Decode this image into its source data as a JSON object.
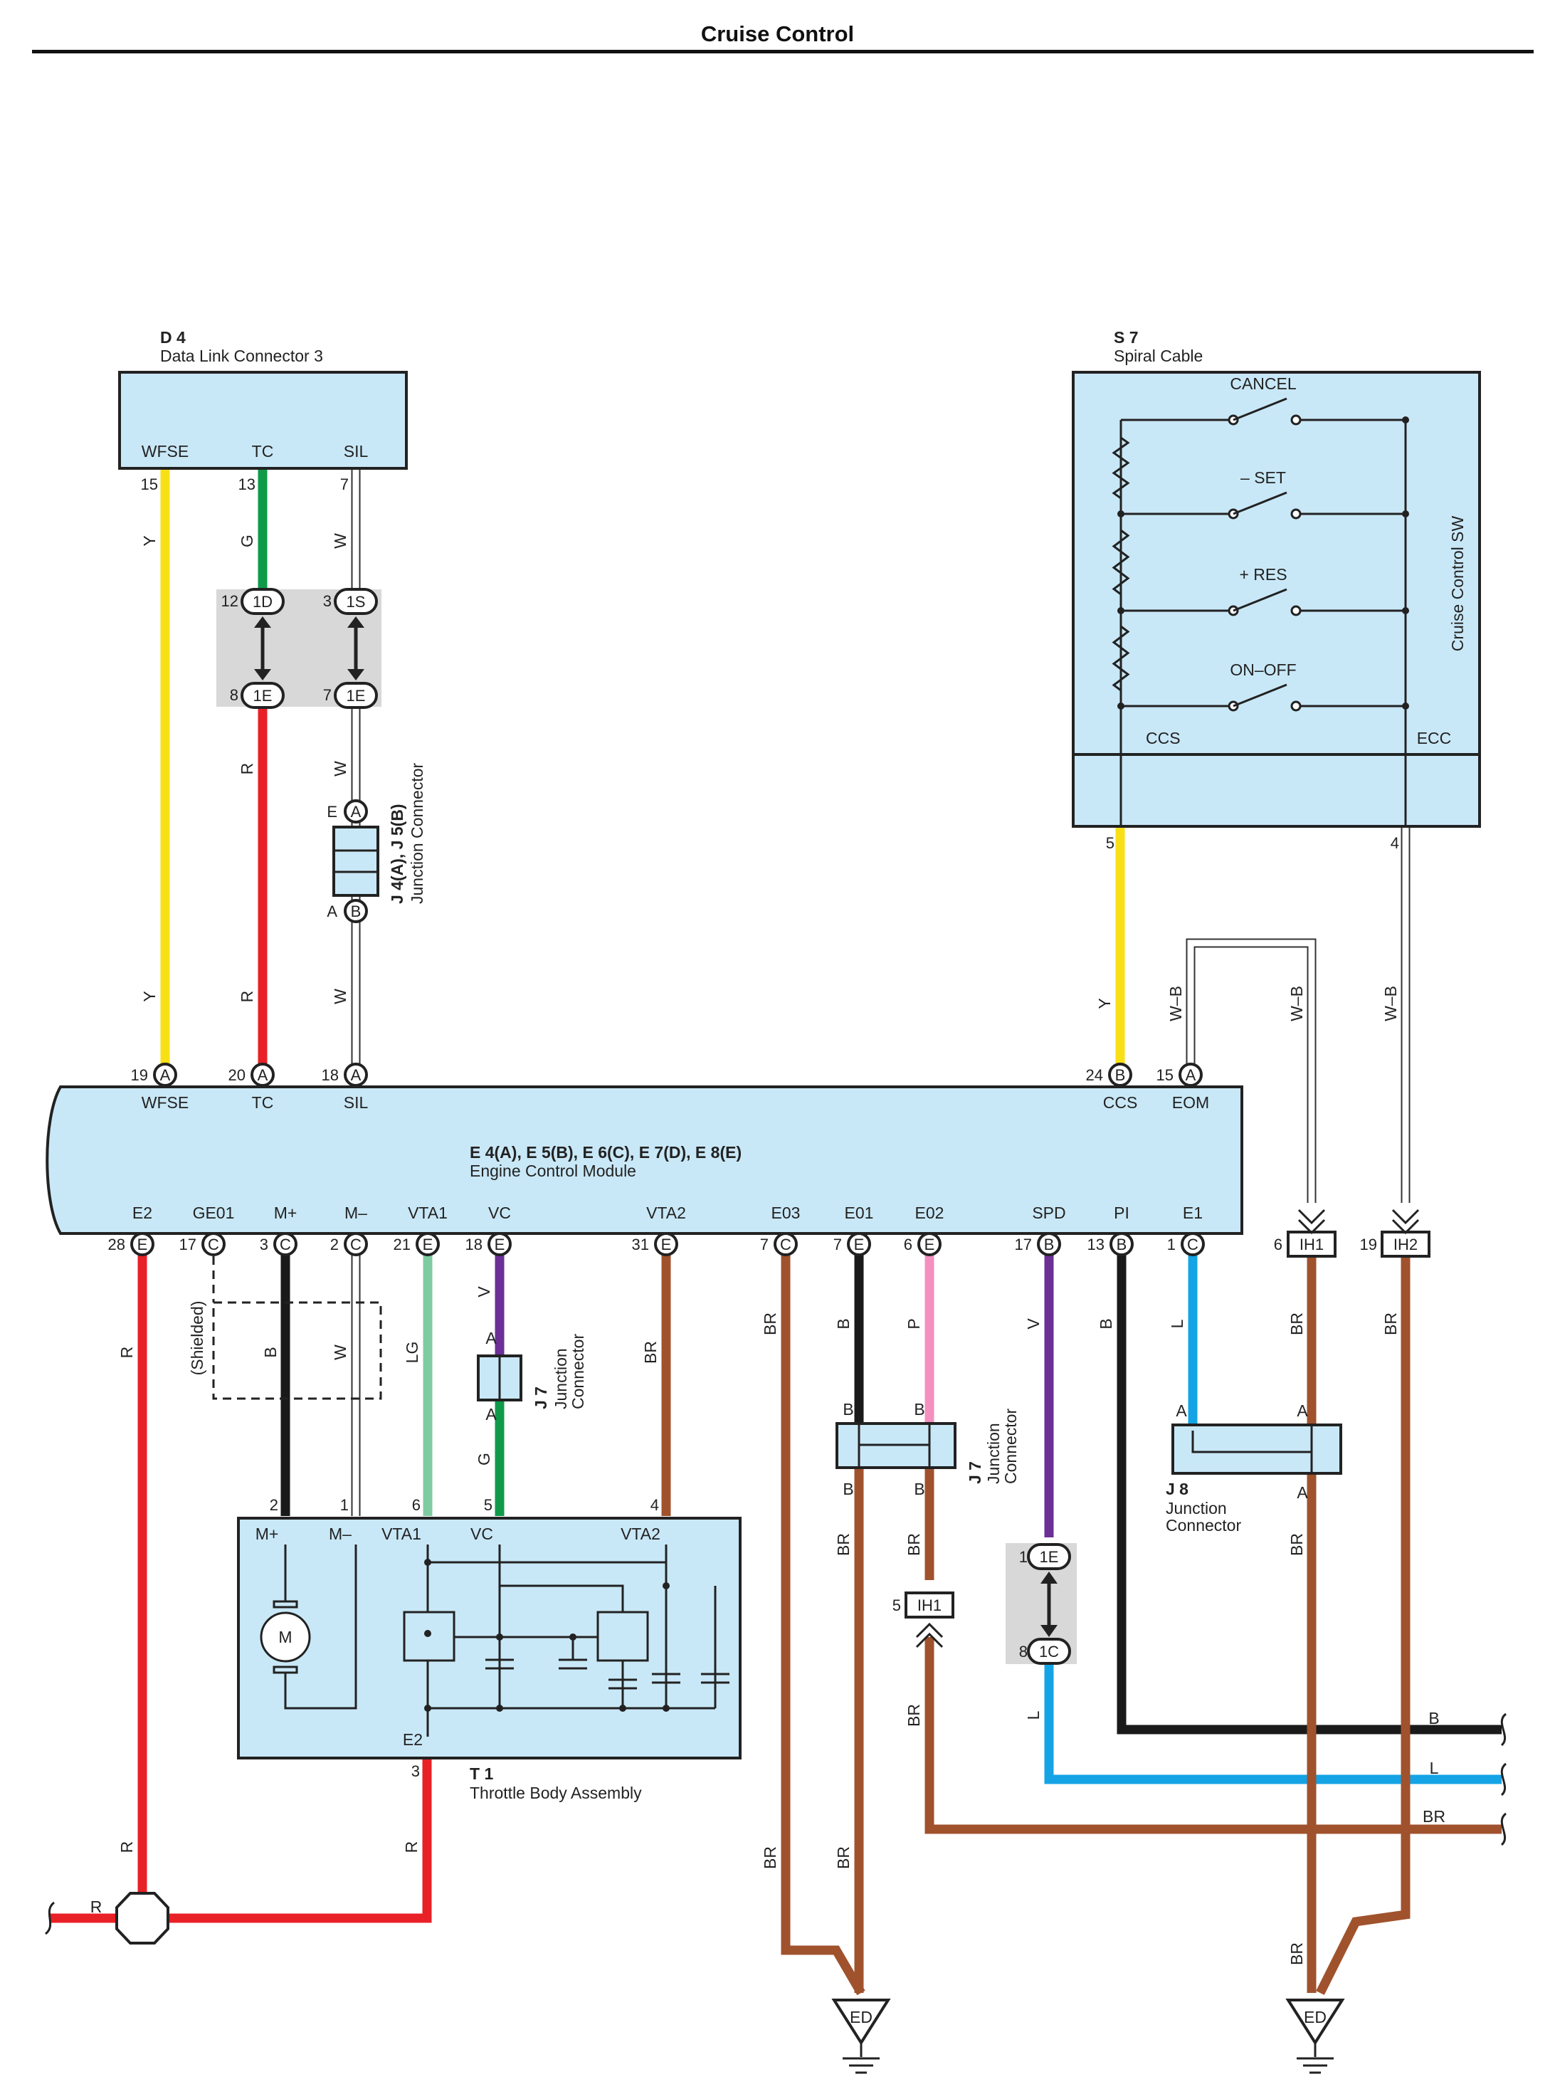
{
  "title": "Cruise Control",
  "components": {
    "d4": {
      "id": "D 4",
      "name": "Data Link Connector 3",
      "terminals": [
        "WFSE",
        "TC",
        "SIL"
      ],
      "pins": [
        "15",
        "13",
        "7"
      ]
    },
    "s7": {
      "id": "S 7",
      "name": "Spiral Cable",
      "side_label": "Cruise Control SW",
      "switches": [
        "CANCEL",
        "– SET",
        "+ RES",
        "ON–OFF"
      ],
      "terminals": [
        "CCS",
        "ECC"
      ],
      "pins": [
        "5",
        "4"
      ]
    },
    "ecm": {
      "id": "E 4(A), E 5(B), E 6(C), E 7(D), E 8(E)",
      "name": "Engine Control Module",
      "top_terminals": [
        {
          "name": "WFSE",
          "pin": "19",
          "conn": "A"
        },
        {
          "name": "TC",
          "pin": "20",
          "conn": "A"
        },
        {
          "name": "SIL",
          "pin": "18",
          "conn": "A"
        },
        {
          "name": "CCS",
          "pin": "24",
          "conn": "B"
        },
        {
          "name": "EOM",
          "pin": "15",
          "conn": "A"
        }
      ],
      "bottom_terminals": [
        {
          "name": "E2",
          "pin": "28",
          "conn": "E"
        },
        {
          "name": "GE01",
          "pin": "17",
          "conn": "C"
        },
        {
          "name": "M+",
          "pin": "3",
          "conn": "C"
        },
        {
          "name": "M–",
          "pin": "2",
          "conn": "C"
        },
        {
          "name": "VTA1",
          "pin": "21",
          "conn": "E"
        },
        {
          "name": "VC",
          "pin": "18",
          "conn": "E"
        },
        {
          "name": "VTA2",
          "pin": "31",
          "conn": "E"
        },
        {
          "name": "E03",
          "pin": "7",
          "conn": "C"
        },
        {
          "name": "E01",
          "pin": "7",
          "conn": "E"
        },
        {
          "name": "E02",
          "pin": "6",
          "conn": "E"
        },
        {
          "name": "SPD",
          "pin": "17",
          "conn": "B"
        },
        {
          "name": "PI",
          "pin": "13",
          "conn": "B"
        },
        {
          "name": "E1",
          "pin": "1",
          "conn": "C"
        }
      ]
    },
    "t1": {
      "id": "T 1",
      "name": "Throttle Body Assembly",
      "terminals": [
        "M+",
        "M–",
        "VTA1",
        "VC",
        "VTA2",
        "E2"
      ],
      "pins": [
        "2",
        "1",
        "6",
        "5",
        "4",
        "3"
      ],
      "motor": "M"
    },
    "j4j5": {
      "id": "J 4(A), J 5(B)",
      "name": "Junction Connector",
      "pins": [
        "E",
        "A"
      ],
      "codes": [
        "A",
        "B"
      ]
    },
    "j7": {
      "id": "J 7",
      "name": "Junction\nConnector"
    },
    "j8": {
      "id": "J 8",
      "name": "Junction\nConnector"
    },
    "ih": {
      "ih1": "IH1",
      "ih2": "IH2",
      "pin_ih1": "6",
      "pin_ih2": "19",
      "pin_ih1b": "5"
    },
    "ground": "ED",
    "shielded": "(Shielded)"
  },
  "wires": [
    {
      "label": "Y",
      "color": "#f7e016"
    },
    {
      "label": "G",
      "color": "#0f9a4a"
    },
    {
      "label": "R",
      "color": "#e82127"
    },
    {
      "label": "W",
      "color": "#ffffff"
    },
    {
      "label": "B",
      "color": "#1a1a1a"
    },
    {
      "label": "LG",
      "color": "#7fcca0"
    },
    {
      "label": "V",
      "color": "#6b2f96"
    },
    {
      "label": "BR",
      "color": "#a0522d"
    },
    {
      "label": "P",
      "color": "#f48fbf"
    },
    {
      "label": "L",
      "color": "#14a4e6"
    },
    {
      "label": "W–B",
      "color": "#ffffff"
    }
  ],
  "junction_codes": {
    "1D": "1D",
    "1S": "1S",
    "1E": "1E",
    "1C": "1C"
  }
}
